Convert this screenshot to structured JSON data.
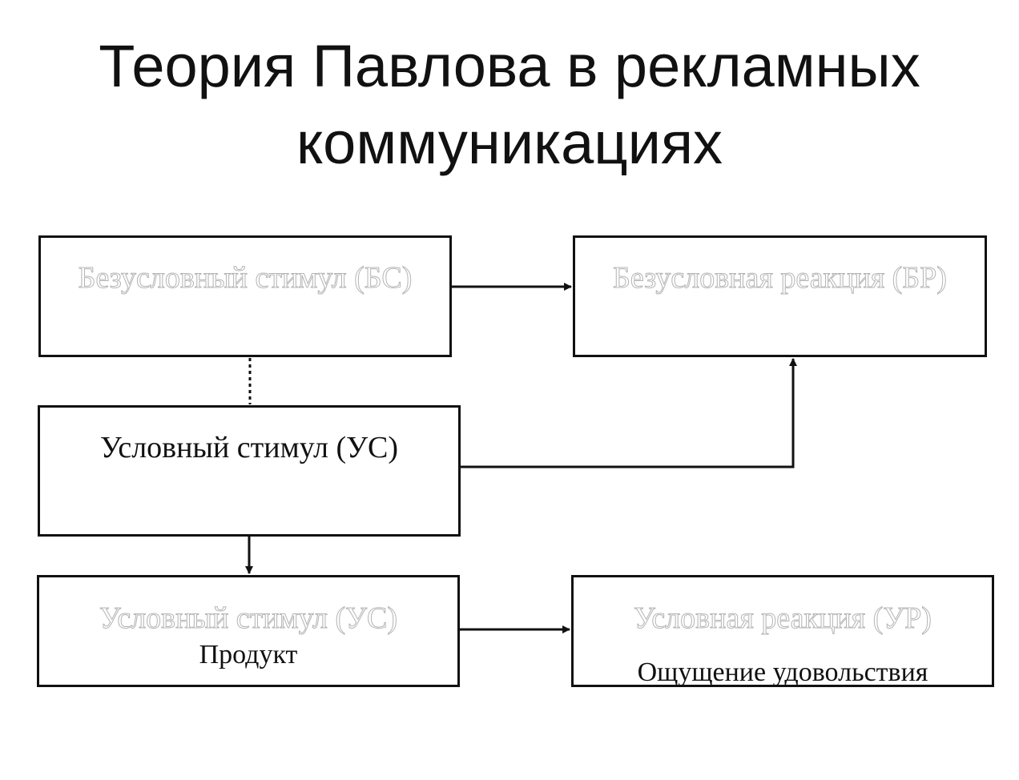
{
  "title": {
    "line1": "Теория Павлова в рекламных",
    "line2": "коммуникациях"
  },
  "boxes": {
    "unconditioned_stimulus": "Безусловный стимул (БС)",
    "unconditioned_response": "Безусловная реакция (БР)",
    "conditioned_stimulus": "Условный стимул (УС)",
    "conditioned_stimulus_product": {
      "label": "Условный стимул (УС)",
      "sublabel": "Продукт"
    },
    "conditioned_response": {
      "label": "Условная реакция (УР)",
      "sublabel": "Ощущение удовольствия"
    }
  },
  "colors": {
    "line": "#111111",
    "faint_text": "#b4b4b4",
    "background": "#ffffff"
  }
}
